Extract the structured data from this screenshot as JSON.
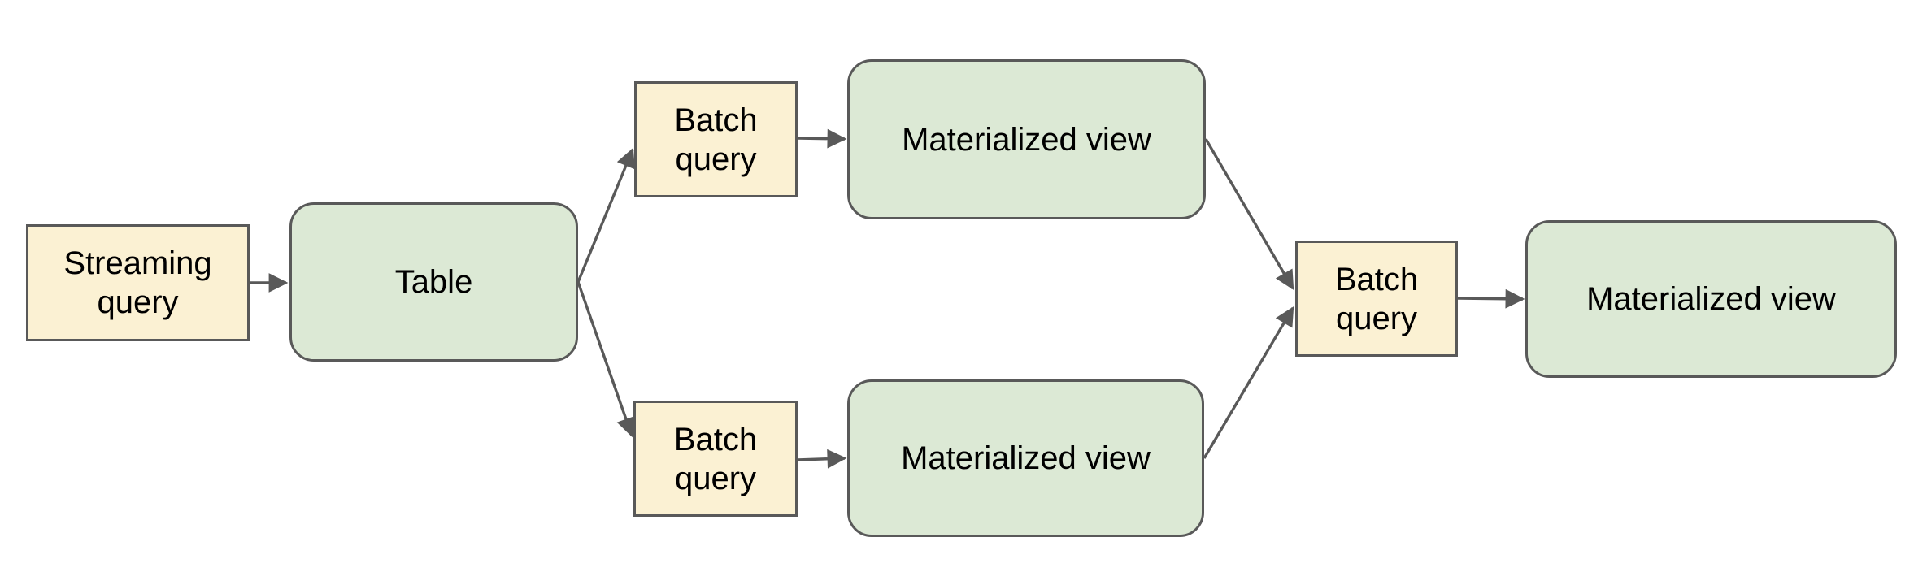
{
  "diagram": {
    "type": "flowchart",
    "colors": {
      "background": "#FFFFFF",
      "query_fill": "#FBF1D3",
      "view_fill": "#DCE9D5",
      "shape_border": "#595959",
      "arrow": "#595959",
      "text": "#000000"
    },
    "nodes": [
      {
        "id": "streaming-query",
        "label": "Streaming query",
        "kind": "query",
        "shape": "rectangle"
      },
      {
        "id": "table",
        "label": "Table",
        "kind": "view",
        "shape": "rounded-rectangle"
      },
      {
        "id": "batch-query-top",
        "label": "Batch query",
        "kind": "query",
        "shape": "rectangle"
      },
      {
        "id": "materialized-view-top",
        "label": "Materialized view",
        "kind": "view",
        "shape": "rounded-rectangle"
      },
      {
        "id": "batch-query-bottom",
        "label": "Batch query",
        "kind": "query",
        "shape": "rectangle"
      },
      {
        "id": "materialized-view-bottom",
        "label": "Materialized view",
        "kind": "view",
        "shape": "rounded-rectangle"
      },
      {
        "id": "batch-query-right",
        "label": "Batch query",
        "kind": "query",
        "shape": "rectangle"
      },
      {
        "id": "materialized-view-right",
        "label": "Materialized view",
        "kind": "view",
        "shape": "rounded-rectangle"
      }
    ],
    "edges": [
      {
        "from": "streaming-query",
        "to": "table"
      },
      {
        "from": "table",
        "to": "batch-query-top"
      },
      {
        "from": "table",
        "to": "batch-query-bottom"
      },
      {
        "from": "batch-query-top",
        "to": "materialized-view-top"
      },
      {
        "from": "batch-query-bottom",
        "to": "materialized-view-bottom"
      },
      {
        "from": "materialized-view-top",
        "to": "batch-query-right"
      },
      {
        "from": "materialized-view-bottom",
        "to": "batch-query-right"
      },
      {
        "from": "batch-query-right",
        "to": "materialized-view-right"
      }
    ]
  }
}
